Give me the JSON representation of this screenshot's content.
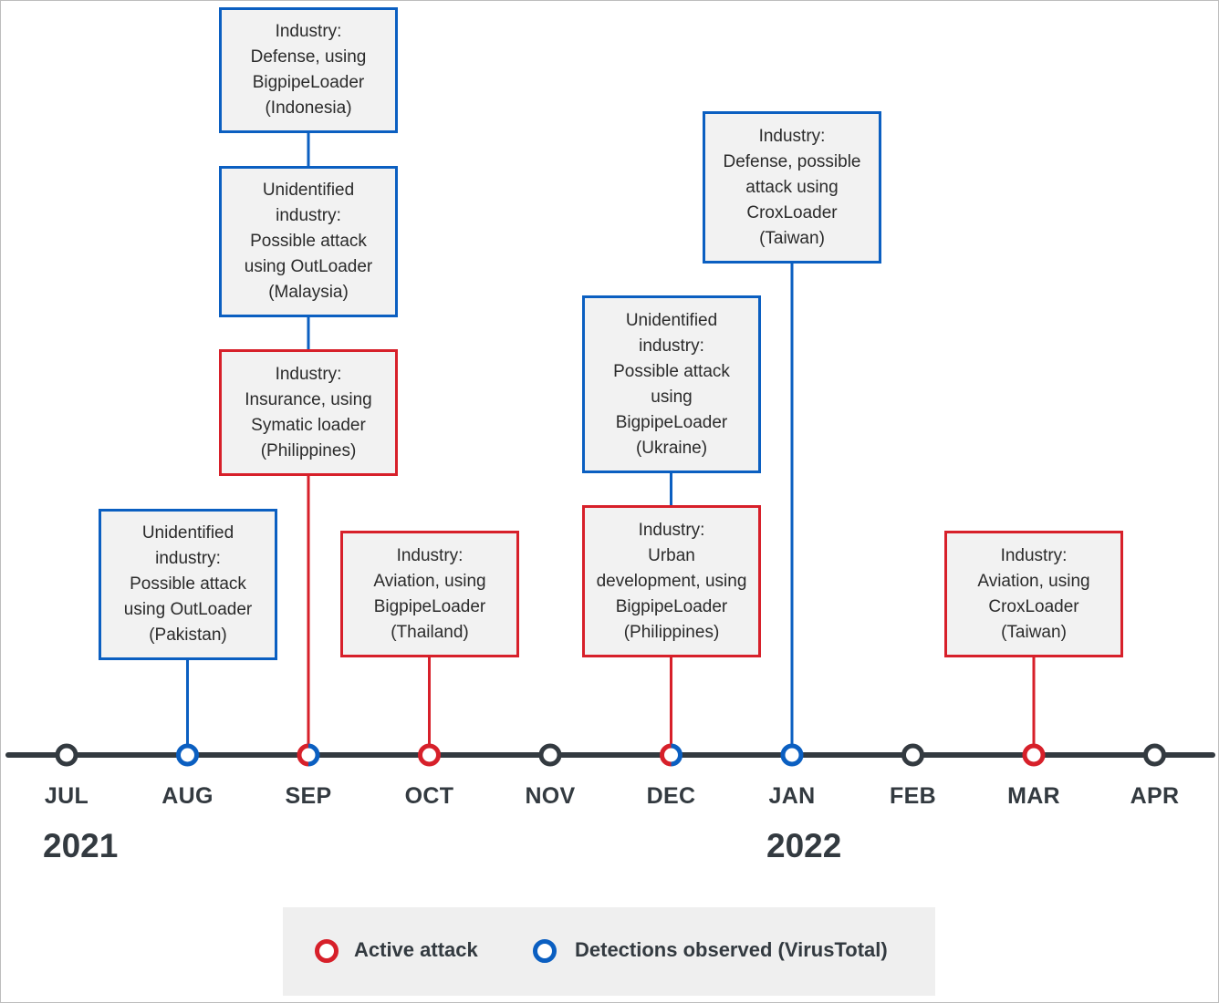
{
  "colors": {
    "active": "#d7202a",
    "detection": "#0b5fc1",
    "neutral": "#333a40"
  },
  "months": [
    "JUL",
    "AUG",
    "SEP",
    "OCT",
    "NOV",
    "DEC",
    "JAN",
    "FEB",
    "MAR",
    "APR"
  ],
  "years": [
    "2021",
    "2022"
  ],
  "markers": [
    {
      "month": "JUL",
      "kind": "neutral"
    },
    {
      "month": "AUG",
      "kind": "detection"
    },
    {
      "month": "SEP",
      "kind": "mixed"
    },
    {
      "month": "OCT",
      "kind": "active"
    },
    {
      "month": "NOV",
      "kind": "neutral"
    },
    {
      "month": "DEC",
      "kind": "mixed"
    },
    {
      "month": "JAN",
      "kind": "detection"
    },
    {
      "month": "FEB",
      "kind": "neutral"
    },
    {
      "month": "MAR",
      "kind": "active"
    },
    {
      "month": "APR",
      "kind": "neutral"
    }
  ],
  "events": [
    {
      "month": "AUG",
      "kind": "detection",
      "lines": [
        "Unidentified",
        "industry:",
        "Possible attack",
        "using OutLoader",
        "(Pakistan)"
      ]
    },
    {
      "month": "SEP",
      "kind": "active",
      "lines": [
        "Industry:",
        "Insurance, using",
        "Symatic loader",
        "(Philippines)"
      ]
    },
    {
      "month": "SEP",
      "kind": "detection",
      "lines": [
        "Unidentified",
        "industry:",
        "Possible attack",
        "using OutLoader",
        "(Malaysia)"
      ]
    },
    {
      "month": "SEP",
      "kind": "detection",
      "lines": [
        "Industry:",
        "Defense, using",
        "BigpipeLoader",
        "(Indonesia)"
      ]
    },
    {
      "month": "OCT",
      "kind": "active",
      "lines": [
        "Industry:",
        "Aviation, using",
        "BigpipeLoader",
        "(Thailand)"
      ]
    },
    {
      "month": "DEC",
      "kind": "active",
      "lines": [
        "Industry:",
        "Urban",
        "development, using",
        "BigpipeLoader",
        "(Philippines)"
      ]
    },
    {
      "month": "DEC",
      "kind": "detection",
      "lines": [
        "Unidentified",
        "industry:",
        "Possible attack",
        "using",
        "BigpipeLoader",
        "(Ukraine)"
      ]
    },
    {
      "month": "JAN",
      "kind": "detection",
      "lines": [
        "Industry:",
        "Defense, possible",
        "attack using",
        "CroxLoader",
        "(Taiwan)"
      ]
    },
    {
      "month": "MAR",
      "kind": "active",
      "lines": [
        "Industry:",
        "Aviation, using",
        "CroxLoader",
        "(Taiwan)"
      ]
    }
  ],
  "legend": {
    "active_label": "Active attack",
    "detection_label": "Detections observed (VirusTotal)"
  }
}
